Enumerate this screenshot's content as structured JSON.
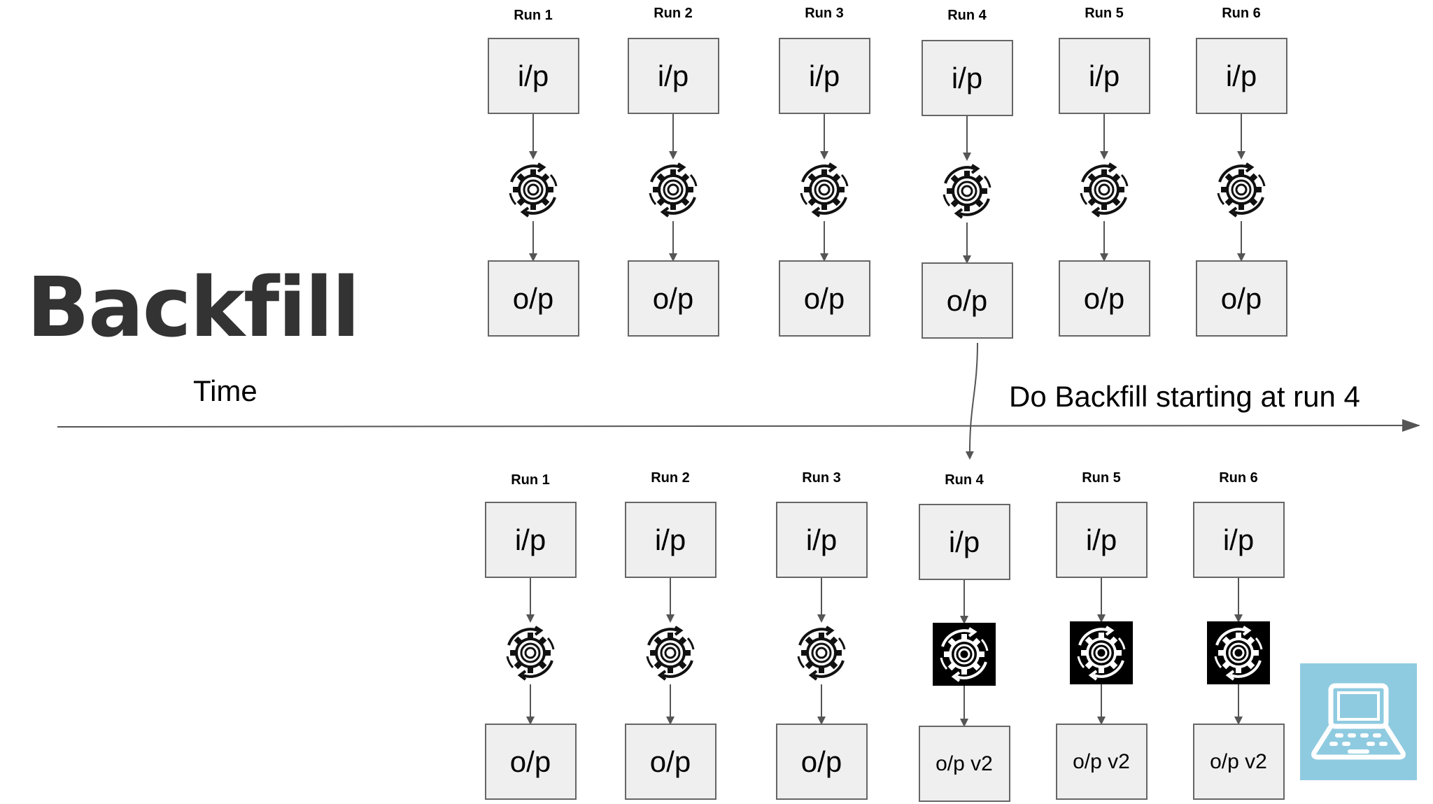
{
  "title": "Backfill",
  "axis_label": "Time",
  "annotation": "Do Backfill starting at run 4",
  "top_row": {
    "runs": [
      {
        "label": "Run 1",
        "input": "i/p",
        "output": "o/p"
      },
      {
        "label": "Run 2",
        "input": "i/p",
        "output": "o/p"
      },
      {
        "label": "Run 3",
        "input": "i/p",
        "output": "o/p"
      },
      {
        "label": "Run 4",
        "input": "i/p",
        "output": "o/p"
      },
      {
        "label": "Run 5",
        "input": "i/p",
        "output": "o/p"
      },
      {
        "label": "Run 6",
        "input": "i/p",
        "output": "o/p"
      }
    ]
  },
  "bottom_row": {
    "runs": [
      {
        "label": "Run 1",
        "input": "i/p",
        "output": "o/p",
        "process_icon": "gear-cycle-icon"
      },
      {
        "label": "Run 2",
        "input": "i/p",
        "output": "o/p",
        "process_icon": "gear-cycle-icon"
      },
      {
        "label": "Run 3",
        "input": "i/p",
        "output": "o/p",
        "process_icon": "gear-cycle-icon"
      },
      {
        "label": "Run 4",
        "input": "i/p",
        "output": "o/p v2",
        "process_icon": "gear-cycle-inverted-icon"
      },
      {
        "label": "Run 5",
        "input": "i/p",
        "output": "o/p v2",
        "process_icon": "gear-cycle-inverted-icon"
      },
      {
        "label": "Run 6",
        "input": "i/p",
        "output": "o/p v2",
        "process_icon": "gear-cycle-inverted-icon"
      }
    ]
  },
  "badge_icon": "laptop-icon",
  "colors": {
    "box_fill": "#efefef",
    "box_border": "#666666",
    "badge_bg": "#8fcbe0"
  }
}
